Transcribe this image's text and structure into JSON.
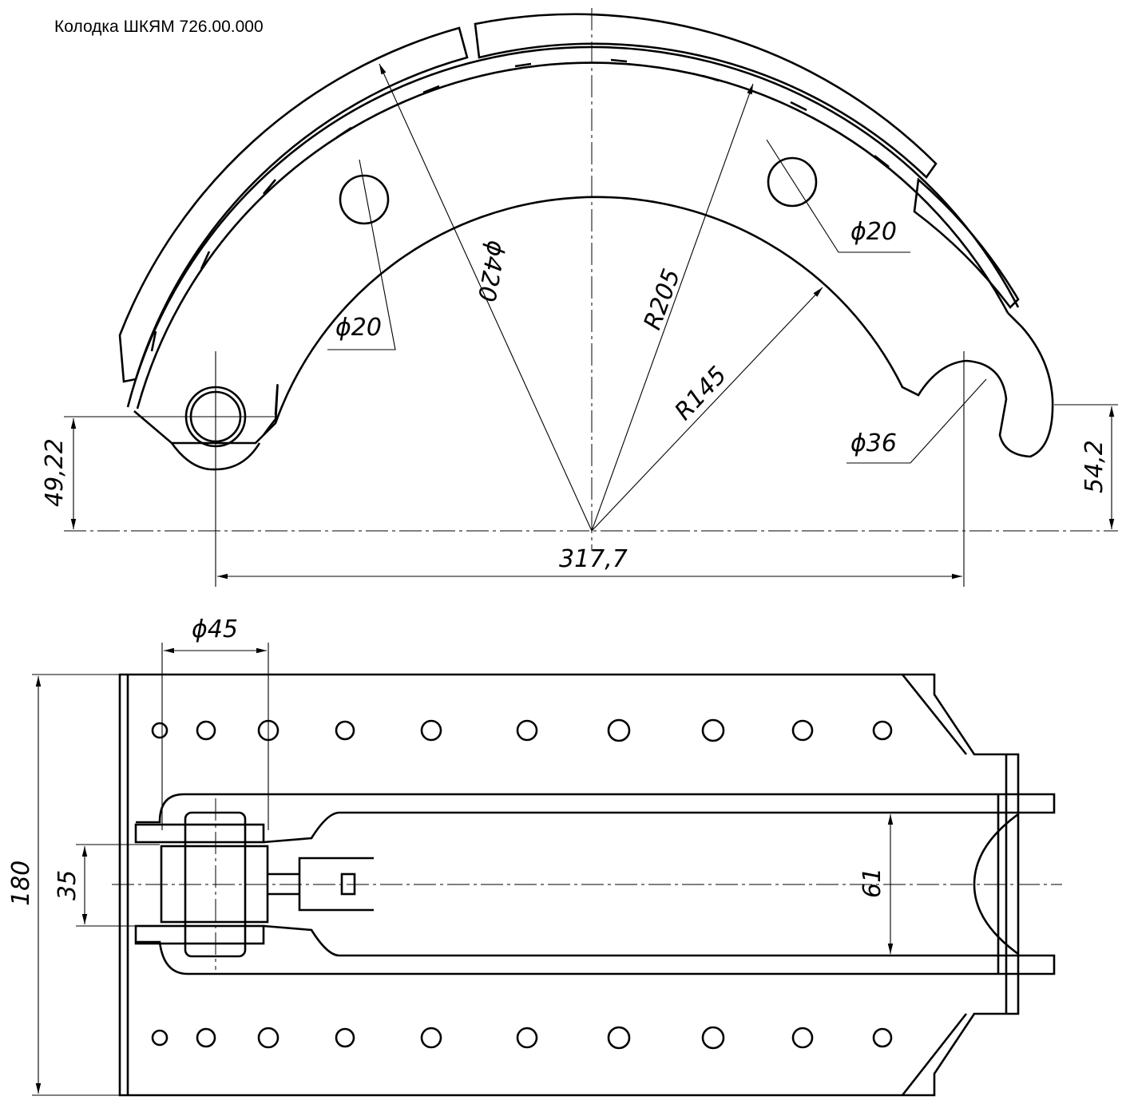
{
  "title": "Колодка ШКЯМ 726.00.000",
  "front_view": {
    "dims": {
      "hole_left": "ϕ20",
      "hole_right": "ϕ20",
      "lining_diameter": "ϕ420",
      "outer_radius": "R205",
      "inner_radius": "R145",
      "slot_diameter": "ϕ36",
      "left_height": "49,22",
      "right_height": "54,2",
      "span": "317,7"
    }
  },
  "plan_view": {
    "dims": {
      "pin_diameter": "ϕ45",
      "width": "180",
      "pin_length": "35",
      "web_gap": "61"
    }
  }
}
